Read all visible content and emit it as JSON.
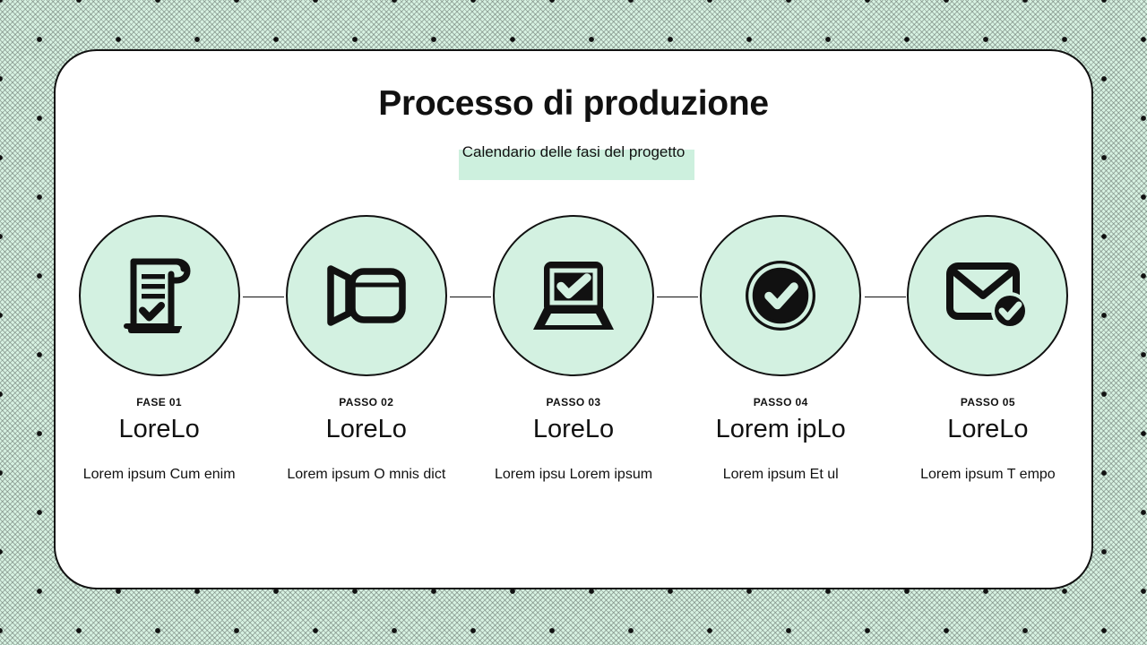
{
  "header": {
    "title": "Processo di produzione",
    "subtitle": "Calendario delle fasi del progetto"
  },
  "theme": {
    "background": "#d7f2e2",
    "card_background": "#ffffff",
    "circle_fill": "#d3f1e1",
    "highlight": "#cdf0de",
    "ink": "#111111"
  },
  "steps": [
    {
      "label": "FASE 01",
      "title": "LoreLo",
      "description": "Lorem ipsum Cum enim",
      "icon": "scroll-check-icon"
    },
    {
      "label": "PASSO 02",
      "title": "LoreLo",
      "description": "Lorem ipsum O mnis dict",
      "icon": "video-camera-icon"
    },
    {
      "label": "PASSO 03",
      "title": "LoreLo",
      "description": "Lorem ipsu Lorem ipsum",
      "icon": "laptop-check-icon"
    },
    {
      "label": "PASSO 04",
      "title": "Lorem ipLo",
      "description": "Lorem ipsum Et ul",
      "icon": "check-circle-icon"
    },
    {
      "label": "PASSO 05",
      "title": "LoreLo",
      "description": "Lorem ipsum T empo",
      "icon": "envelope-check-icon"
    }
  ]
}
